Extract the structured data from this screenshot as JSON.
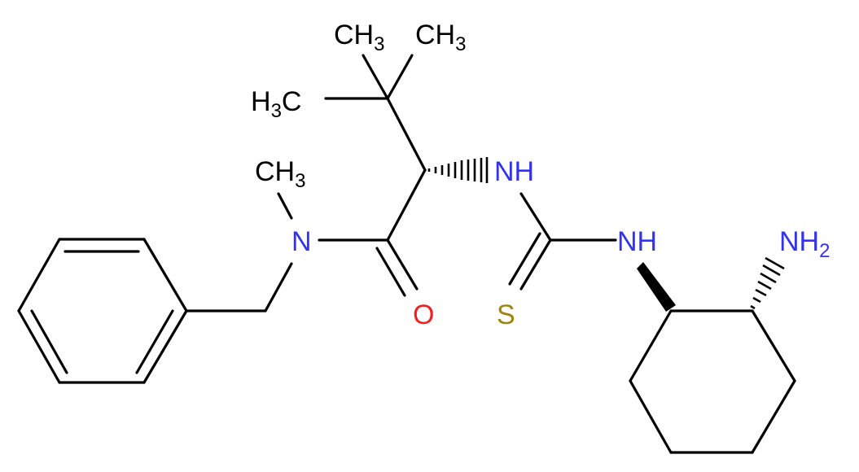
{
  "molecule": {
    "atom_labels": {
      "ch3_top_left": "CH3",
      "ch3_top_right": "CH3",
      "h3c_left": "H3C",
      "ch3_n_methyl": "CH3",
      "n_amide": "N",
      "o_carbonyl": "O",
      "nh_alpha": "NH",
      "nh_thiourea": "NH",
      "s_thione": "S",
      "nh2_amine": "NH2"
    },
    "colors": {
      "bond": "#000000",
      "carbon_label": "#000000",
      "nitrogen": "#3333ee",
      "oxygen": "#ee2222",
      "sulfur": "#a08410"
    }
  }
}
